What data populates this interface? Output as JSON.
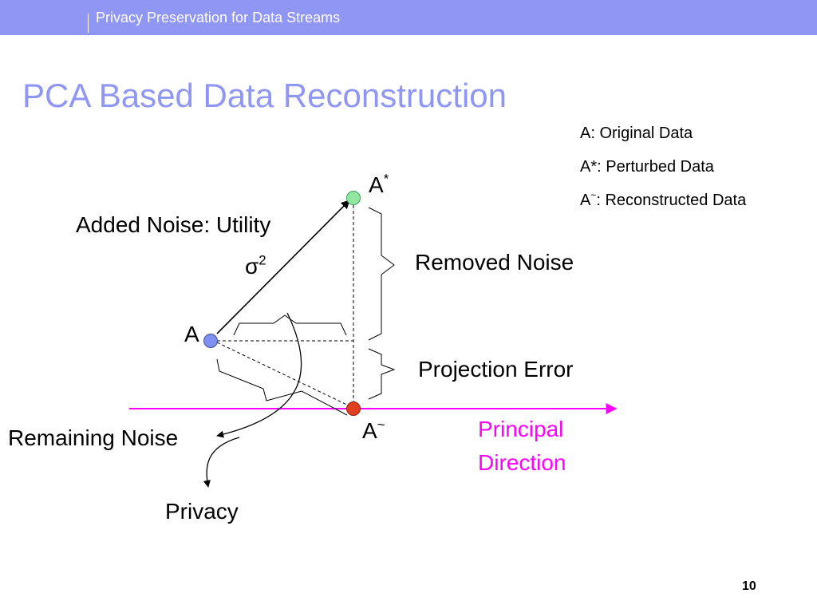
{
  "header": {
    "title": "Privacy Preservation for Data Streams"
  },
  "slide": {
    "title": "PCA Based Data Reconstruction",
    "page_number": "10"
  },
  "legend": {
    "line1": "A:  Original Data",
    "line2_prefix": "A*",
    "line2_suffix": ": Perturbed Data",
    "line3_prefix": "A",
    "line3_sup": "~",
    "line3_suffix": ": Reconstructed Data"
  },
  "labels": {
    "added_noise": "Added Noise: Utility",
    "sigma": "σ",
    "sigma_sup": "2",
    "removed_noise": "Removed Noise",
    "projection_error": "Projection Error",
    "remaining_noise": "Remaining Noise",
    "privacy": "Privacy",
    "principal_line1": "Principal",
    "principal_line2": "Direction",
    "point_a": "A",
    "point_a_star": "A",
    "point_a_star_sup": "*",
    "point_a_tilde": "A",
    "point_a_tilde_sup": "~"
  },
  "colors": {
    "header_bg": "#8f96f4",
    "title": "#8f96f4",
    "principal_direction": "#ff00ff",
    "point_original": "#8090f0",
    "point_perturbed": "#90e8a0",
    "point_reconstructed": "#e04020"
  }
}
